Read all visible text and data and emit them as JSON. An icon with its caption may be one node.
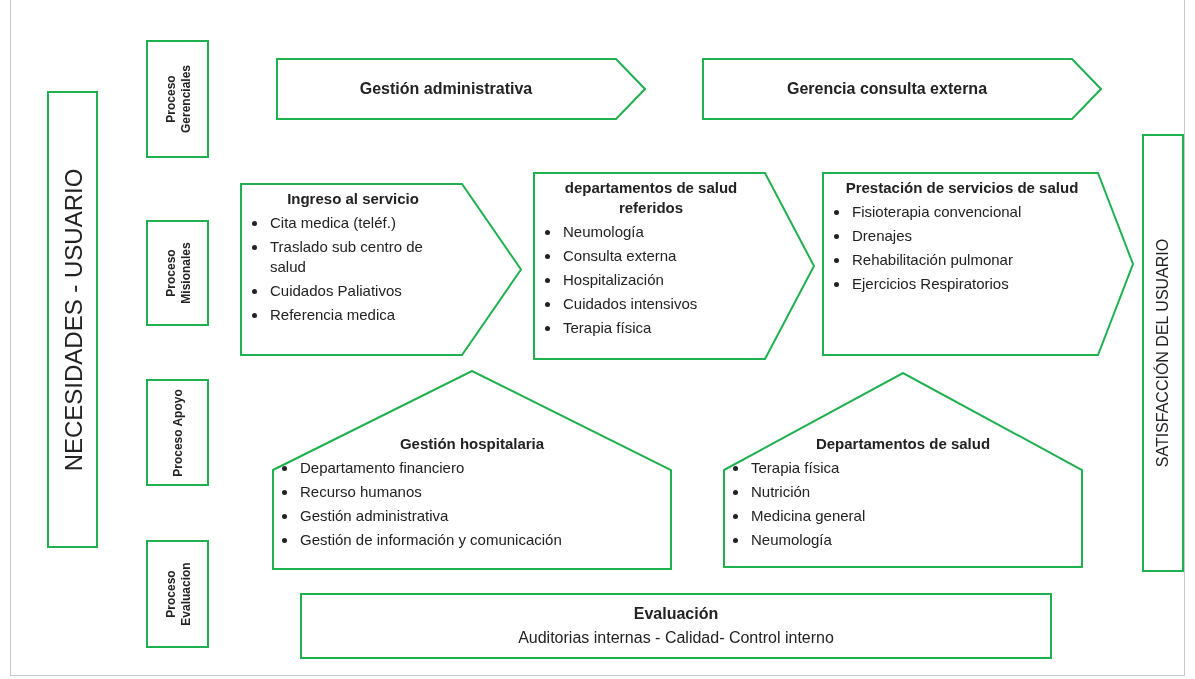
{
  "diagram": {
    "nodes": [
      {
        "text": [
          "NECESIDADES - USUARIO"
        ]
      },
      {
        "text": [
          "Proceso Gerenciales"
        ]
      },
      {
        "text": [
          "Gestión administrativa"
        ]
      },
      {
        "text": [
          "Gerencia consulta externa"
        ]
      },
      {
        "text": [
          "Proceso Misionales"
        ]
      },
      {
        "text": [
          "Ingreso al servicio",
          "Cita medica (teléf.)",
          "Traslado sub centro de salud",
          "Cuidados Paliativos",
          "Referencia medica"
        ]
      },
      {
        "text": [
          "departamentos de salud referidos",
          "Neumología",
          "Consulta externa",
          "Hospitalización",
          "Cuidados intensivos",
          "Terapia física"
        ]
      },
      {
        "text": [
          "Prestación de servicios de salud",
          "Fisioterapia convencional",
          "Drenajes",
          "Rehabilitación pulmonar",
          "Ejercicios Respiratorios"
        ]
      },
      {
        "text": [
          "Proceso Apoyo"
        ]
      },
      {
        "text": [
          "Gestión hospitalaria",
          "Departamento financiero",
          "Recurso humanos",
          "Gestión administrativa",
          "Gestión de información y comunicación"
        ]
      },
      {
        "text": [
          "Departamentos de salud",
          "Terapia física",
          "Nutrición",
          "Medicina general",
          "Neumología"
        ]
      },
      {
        "text": [
          "Proceso Evaluacion"
        ]
      },
      {
        "text": [
          "Evaluación",
          "Auditorias internas - Calidad- Control interno"
        ]
      },
      {
        "text": [
          "SATISFACCIÓN DEL USUARIO"
        ]
      }
    ]
  }
}
